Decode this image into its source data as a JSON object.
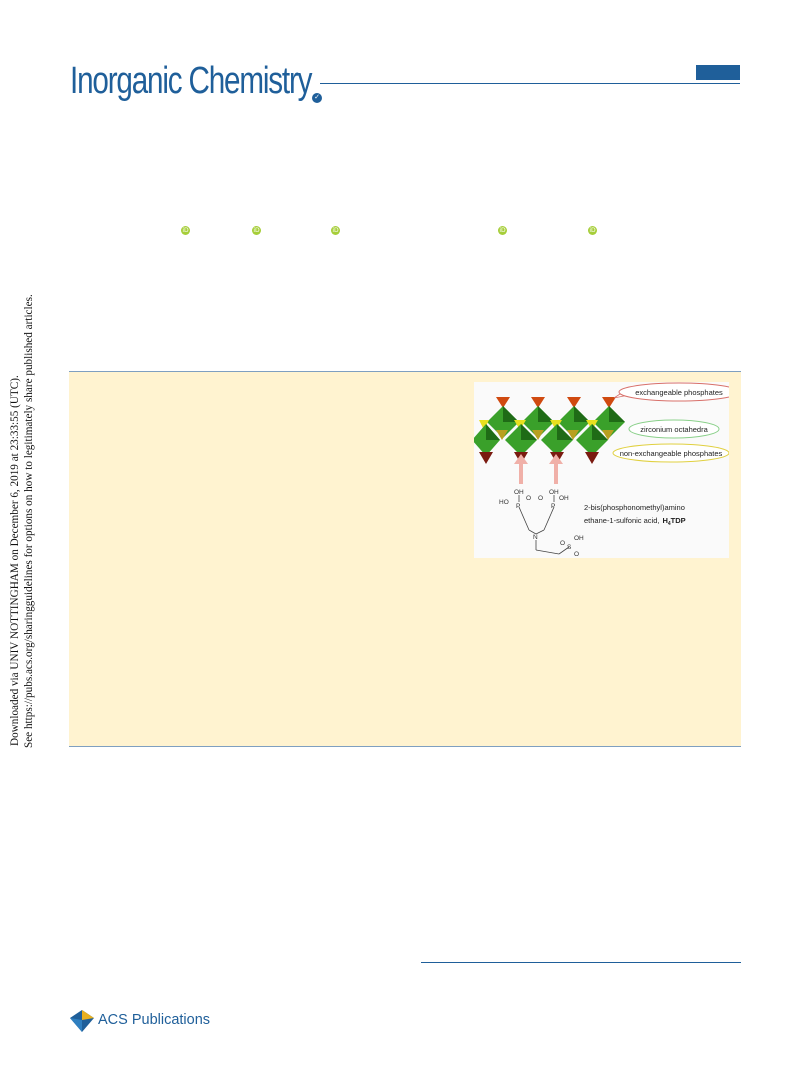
{
  "journal": {
    "title": "Inorganic Chemistry"
  },
  "sidebar": {
    "line1": "Downloaded via UNIV NOTTINGHAM on December 6, 2019 at 23:33:55 (UTC).",
    "line2": "See https://pubs.acs.org/sharingguidelines for options on how to legitimately share published articles."
  },
  "toc_graphic": {
    "callout_exchangeable": "exchangeable phosphates",
    "callout_octahedra": "zirconium octahedra",
    "callout_nonexchangeable": "non-exchangeable phosphates",
    "compound_line1": "2-bis(phosphonomethyl)amino",
    "compound_line2": "ethane-1-sulfonic  acid,",
    "compound_abbrev": "H",
    "compound_sub": "4",
    "compound_abbrev_end": "TDP",
    "atom_oh1": "OH",
    "atom_oh2": "OH",
    "atom_oh3": "OH",
    "atom_oh4": "OH",
    "atom_ho": "HO",
    "atom_o1": "O",
    "atom_o2": "O",
    "atom_o3": "O",
    "atom_o4": "O",
    "atom_p1": "P",
    "atom_p2": "P",
    "atom_n": "N",
    "atom_s": "S",
    "colors": {
      "exchangeable": "#d04a10",
      "octahedra_light": "#3aa02a",
      "octahedra_dark": "#1f6b16",
      "nonexchangeable": "#e8e020",
      "bottom": "#7a1a10",
      "arrow": "#f0b0a8"
    }
  },
  "footer": {
    "publisher": "ACS Publications"
  },
  "colors": {
    "brand": "#1f5f9a",
    "abstract_bg": "#fff3d0",
    "orcid": "#a6ce39"
  },
  "icons": {
    "orcid": "iD",
    "check": "✓"
  }
}
